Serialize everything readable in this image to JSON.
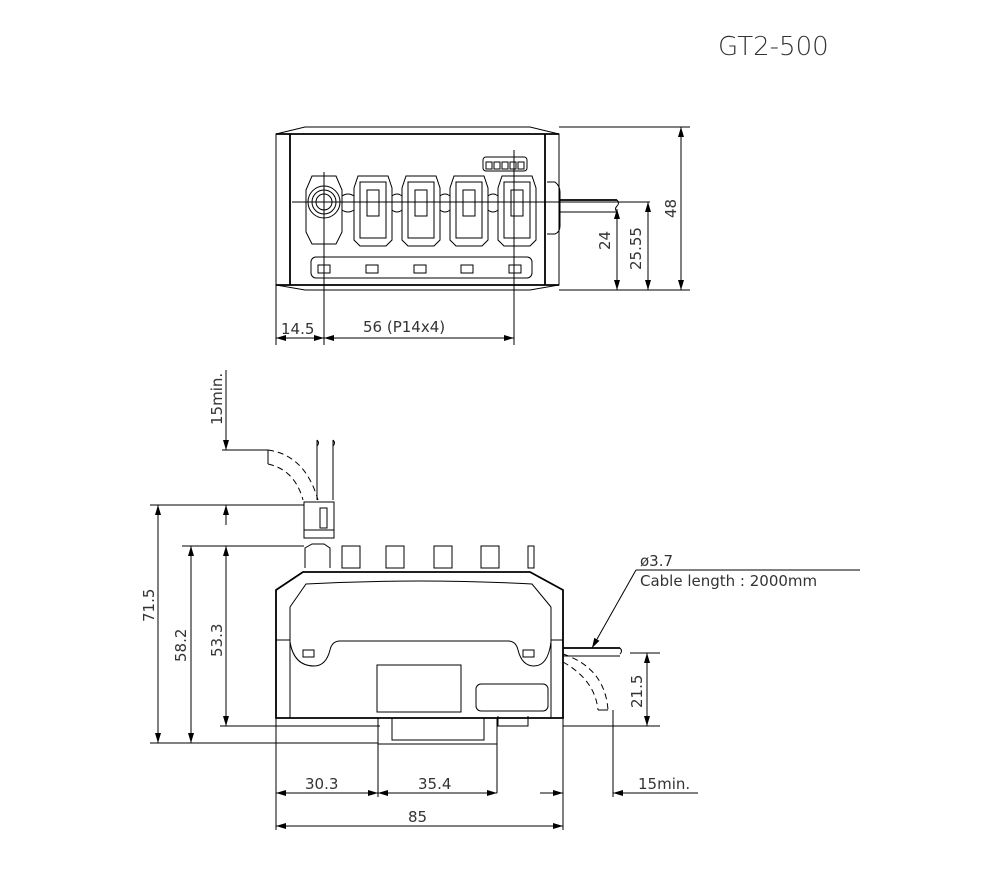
{
  "title": "GT2-500",
  "top_view": {
    "dim_left_offset": "14.5",
    "dim_pitch": "56 (P14x4)",
    "dim_cable_height": "24",
    "dim_cable_center": "25.55",
    "dim_height": "48"
  },
  "front_view": {
    "dim_cable_clearance_top": "15min.",
    "dim_total_height": "71.5",
    "dim_height_582": "58.2",
    "dim_height_533": "53.3",
    "dim_cable_side_height": "21.5",
    "dim_left": "30.3",
    "dim_rail": "35.4",
    "dim_cable_clearance_side": "15min.",
    "dim_width": "85"
  },
  "cable_note": {
    "diameter": "ø3.7",
    "length": "Cable length : 2000mm"
  }
}
